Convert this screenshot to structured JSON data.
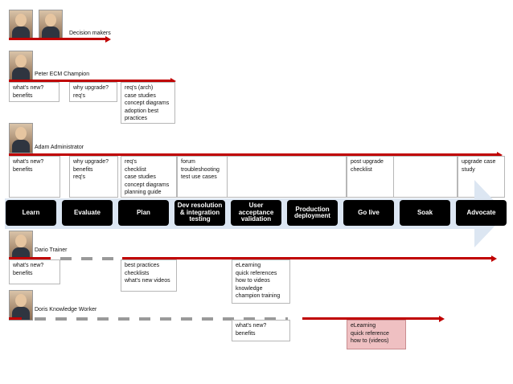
{
  "personas": {
    "decision_makers": {
      "label": "Decision makers"
    },
    "peter": {
      "label": "Peter ECM Champion"
    },
    "adam": {
      "label": "Adam Administrator"
    },
    "dario": {
      "label": "Dario Trainer"
    },
    "doris": {
      "label": "Doris Knowledge Worker"
    }
  },
  "phases": [
    "Learn",
    "Evaluate",
    "Plan",
    "Dev resolution & integration testing",
    "User acceptance validation",
    "Production deployment",
    "Go live",
    "Soak",
    "Advocate"
  ],
  "boxes": {
    "peter_learn": [
      "what's new?",
      "benefits"
    ],
    "peter_evaluate": [
      "why upgrade?",
      "req's"
    ],
    "peter_plan": [
      "req's (arch)",
      "case studies",
      "concept diagrams",
      "adoption best",
      "practices"
    ],
    "adam_learn": [
      "what's new?",
      "benefits"
    ],
    "adam_evaluate": [
      "why upgrade?",
      "benefits",
      "req's"
    ],
    "adam_plan": [
      "req's",
      "checklist",
      "case studies",
      "concept diagrams",
      "planning guide"
    ],
    "adam_dev": [
      "forum",
      "troubleshooting",
      "test use cases"
    ],
    "adam_golive": [
      "post upgrade",
      "checklist"
    ],
    "adam_advocate": [
      "upgrade case",
      "study"
    ],
    "dario_learn": [
      "what's new?",
      "benefits"
    ],
    "dario_plan": [
      "best practices",
      "checklists",
      "what's new videos"
    ],
    "dario_uat": [
      "eLearning",
      "quick references",
      "how to videos",
      "knowledge",
      "champion training"
    ],
    "doris_uat": [
      "what's new?",
      "benefits"
    ],
    "doris_golive": [
      "eLearning",
      "quick reference",
      "how to (videos)"
    ]
  },
  "colors": {
    "accent": "#c00000",
    "phase_bg": "#000000",
    "pink": "#efc0c2"
  }
}
